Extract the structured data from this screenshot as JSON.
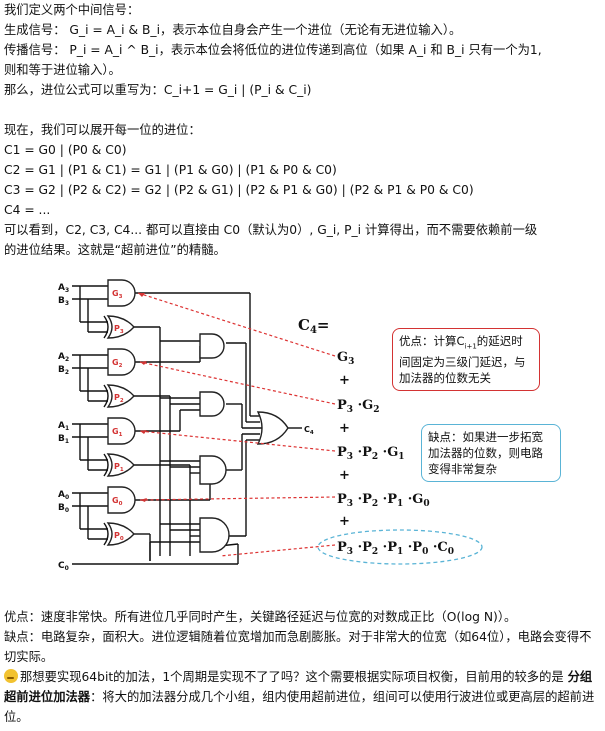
{
  "intro": {
    "l1": "我们定义两个中间信号：",
    "l2": "生成信号：  G_i = A_i & B_i，表示本位自身会产生一个进位（无论有无进位输入）。",
    "l3": "传播信号：  P_i = A_i ^ B_i，表示本位会将低位的进位传递到高位（如果 A_i 和 B_i 只有一个为1,",
    "l4": "则和等于进位输入）。",
    "l5": "那么，进位公式可以重写为：C_i+1 = G_i | (P_i & C_i)"
  },
  "expand": {
    "l1": "现在，我们可以展开每一位的进位：",
    "c1": "C1 = G0 | (P0 & C0)",
    "c2": "C2 = G1 | (P1 & C1) = G1 | (P1 & G0) | (P1 & P0 & C0)",
    "c3": "C3 = G2 | (P2 & C2) = G2 | (P2 & G1) | (P2 & P1 & G0) | (P2 & P1 & P0 & C0)",
    "c4": "C4 = ...",
    "l2": "可以看到，C2, C3, C4... 都可以直接由 C0（默认为0）, G_i, P_i 计算得出，而不需要依赖前一级",
    "l3": "的进位结果。这就是“超前进位”的精髓。"
  },
  "diagram": {
    "inputs": [
      "A3",
      "B3",
      "A2",
      "B2",
      "A1",
      "B1",
      "A0",
      "B0",
      "C0"
    ],
    "gate_labels": [
      "G3",
      "P3",
      "G2",
      "P2",
      "G1",
      "P1",
      "G0",
      "P0"
    ],
    "output_label": "C4",
    "formula_head": "C4=",
    "terms": [
      "G3",
      "P3·G2",
      "P3·P2·G1",
      "P3·P2·P1·G0",
      "P3·P2·P1·P0·C0"
    ],
    "plus": "+",
    "pro_box": "优点：计算Ci+1的延迟时间固定为三级门延迟，与 加法器的位数无关",
    "con_box": "缺点：如果进一步拓宽加法器的位数，则电路变得非常复杂"
  },
  "summary": {
    "pros": "优点：速度非常快。所有进位几乎同时产生，关键路径延迟与位宽的对数成正比（O(log N)）。",
    "cons": "缺点：电路复杂，面积大。进位逻辑随着位宽增加而急剧膨胀。对于非常大的位宽（如64位），电路会变得不切实际。",
    "q_before": "那想要实现64bit的加法，1个周期是实现不了了吗？这个需要根据实际项目权衡，目前用的较多的是 ",
    "q_bold": "分组超前进位加法器",
    "q_after": "：将大的加法器分成几个小组，组内使用超前进位，组间可以使用行波进位或更高层的超前进位。"
  },
  "colors": {
    "accent_red": "#d33333",
    "dash_blue": "#5ab4d6",
    "text": "#111111"
  },
  "icons": {
    "thinking": "thinking-face-icon"
  }
}
